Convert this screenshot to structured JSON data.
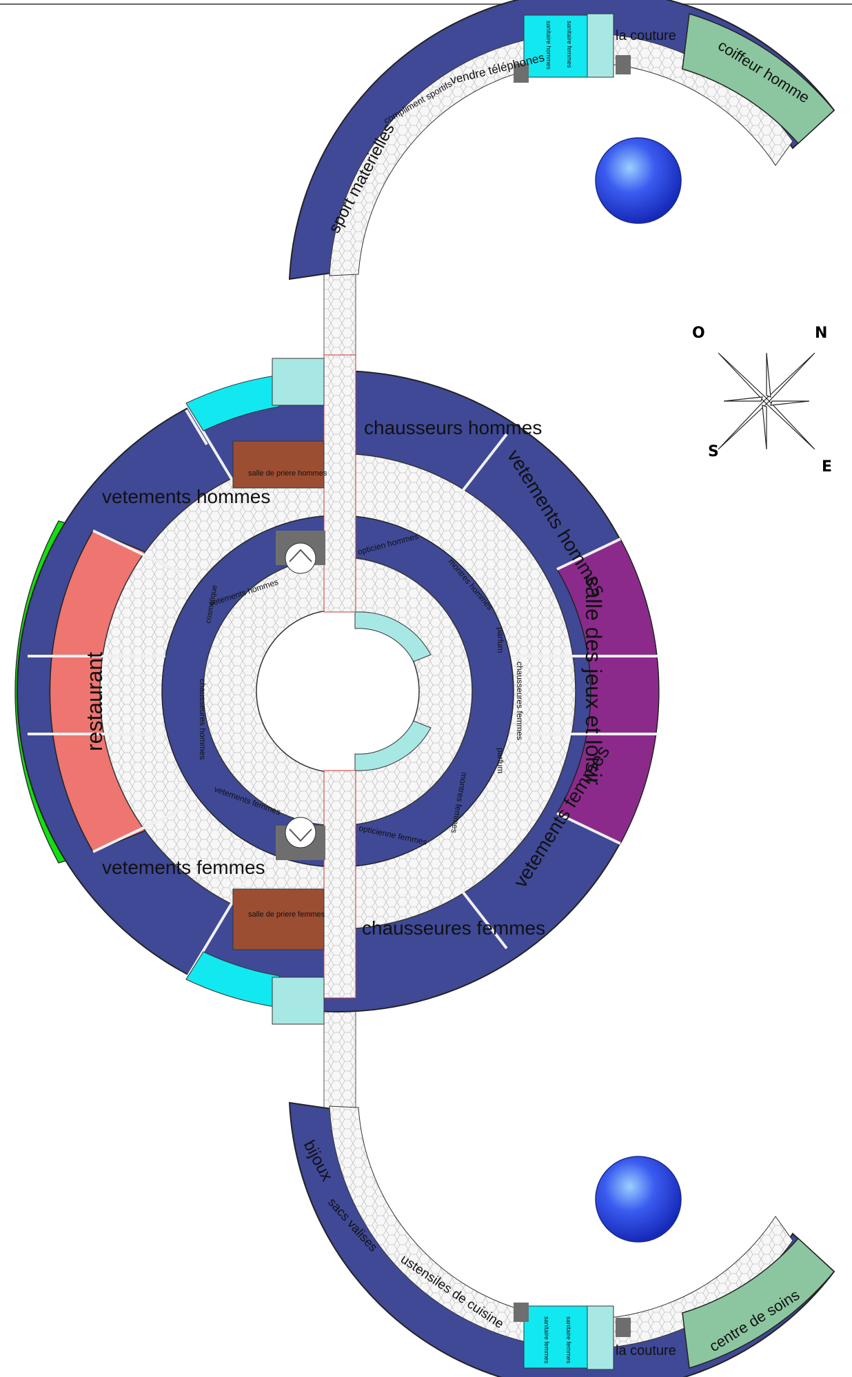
{
  "colors": {
    "shop": "#3f4996",
    "walk": "#f6f6f6",
    "stairs": "#12e8f0",
    "stairs_light": "#a8e8e4",
    "prayer": "#9c4e33",
    "restaurant": "#ee7570",
    "garden": "#10e010",
    "games": "#8c2a8c",
    "coiffeur": "#8cc6a0",
    "water": "#2b44e8",
    "divider": "#e8444a",
    "hex": "#bdbdbd"
  },
  "north_wing": {
    "sport": "sport materielles",
    "compliment": "compliment sportifs",
    "vendre": "vendre téléphones",
    "couture": "la couture",
    "coiffeur": "coiffeur homme",
    "small_stairs_1": "sanitaire hommes",
    "small_stairs_2": "sanitaire femmes"
  },
  "south_wing": {
    "bijoux": "bijoux",
    "sacs": "sacs valises",
    "ustensiles": "ustensiles de cuisine",
    "couture": "la couture",
    "soins": "centre de soins",
    "small_stairs_1": "sanitaire femmes",
    "small_stairs_2": "sanitaire femmes"
  },
  "outer_ring": {
    "vetements_hommes_w": "vetements hommes",
    "chausseurs_hommes": "chausseurs hommes",
    "vetements_hommes_e": "vetements hommes",
    "salle_jeux": "salle des jeux et loisir",
    "vetements_femmes_e": "vetements femmes",
    "chausseures_femmes": "chausseures femmes",
    "vetements_femmes_w": "vetements femmes",
    "restaurant": "restaurant",
    "priere_hommes": "salle de priere hommes",
    "priere_femmes": "salle de priere femmes"
  },
  "inner_ring": {
    "opticien_hommes": "opticien hommes",
    "montres_hommes": "montres hommes",
    "parfum_n": "parfum",
    "chausseures_femmes": "chausseures femmes",
    "parfum_s": "parfum",
    "montres_femmes": "montres femmes",
    "opticienne_femmes": "opticienne femmes",
    "vetements_femmes": "vetements femmes",
    "chausseures_hommes": "chausseures hommes",
    "cosmetique": "cosmetique",
    "vetements_hommes": "vetements hommes"
  },
  "compass": {
    "n": "N",
    "e": "E",
    "s": "S",
    "o": "O"
  },
  "icons": [
    "compass-rose-icon",
    "fountain-icon",
    "staircase-icon",
    "elevator-icon"
  ]
}
